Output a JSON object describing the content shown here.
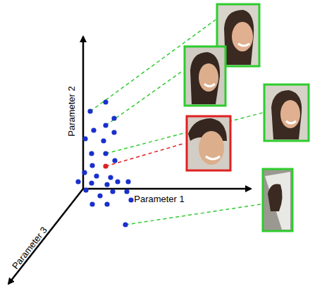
{
  "diagram": {
    "labels": [
      "Parameter 2",
      "Parameter 1",
      "Parameter 3"
    ]
  }
}
